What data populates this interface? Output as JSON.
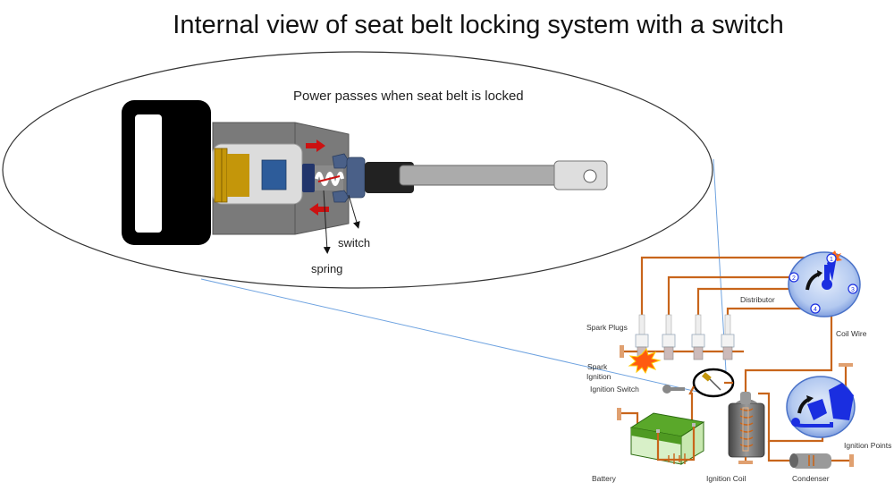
{
  "title": "Internal view of seat belt locking system with a switch",
  "callout": {
    "caption": "Power passes when seat belt is locked",
    "labels": {
      "switch": "switch",
      "spring": "spring"
    }
  },
  "ignition_diagram": {
    "labels": {
      "spark_plugs": "Spark Plugs",
      "distributor": "Distributor",
      "coil_wire": "Coil Wire",
      "spark_ignition_1": "Spark",
      "spark_ignition_2": "Ignition",
      "ignition_switch": "Ignition Switch",
      "battery": "Battery",
      "ignition_coil": "Ignition Coil",
      "condenser": "Condenser",
      "ignition_points": "Ignition Points"
    },
    "distributor_terminals": [
      "1",
      "2",
      "3",
      "4"
    ]
  },
  "colors": {
    "wire": "#c8651b",
    "buckle_gray": "#7a7a7a",
    "latch_blue": "#2e4a7a",
    "gold": "#c4960a",
    "arrow_red": "#cc1111",
    "disc_blue": "#a9c4ef",
    "battery_green": "#5aa82a"
  }
}
